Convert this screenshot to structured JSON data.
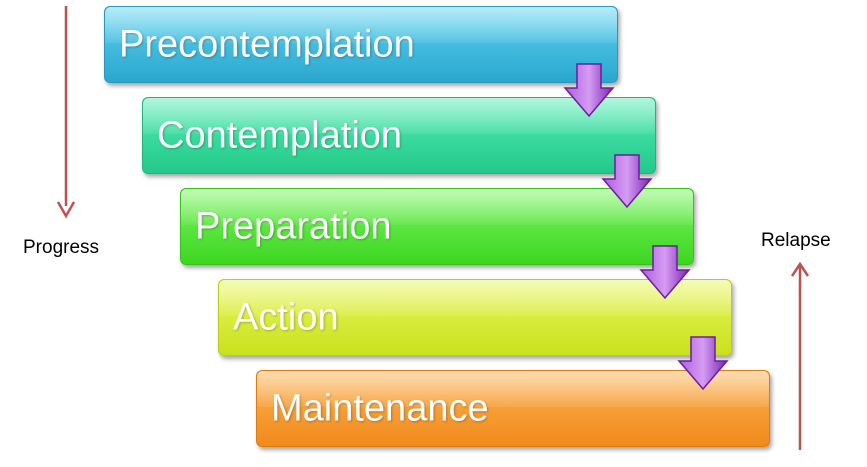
{
  "stages": [
    {
      "label": "Precontemplation"
    },
    {
      "label": "Contemplation"
    },
    {
      "label": "Preparation"
    },
    {
      "label": "Action"
    },
    {
      "label": "Maintenance"
    }
  ],
  "side_labels": {
    "progress": "Progress",
    "relapse": "Relapse"
  },
  "colors": {
    "precontemplation": "#2aa6cf",
    "contemplation": "#22c98a",
    "preparation": "#3ed622",
    "action": "#c9e11c",
    "maintenance": "#f18a1b",
    "connector_arrow": "#8a2bc4",
    "side_arrow": "#c0504d"
  },
  "icons": {
    "connector": "down-arrow-icon",
    "progress": "arrow-down-icon",
    "relapse": "arrow-up-icon"
  }
}
